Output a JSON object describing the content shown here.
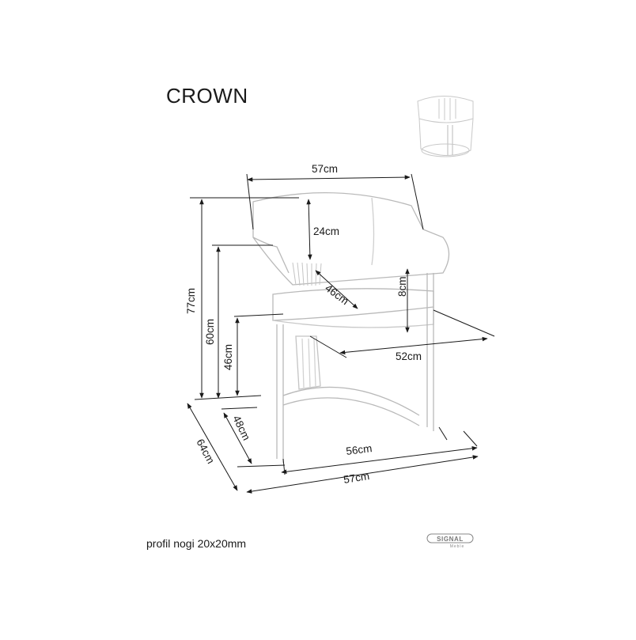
{
  "title": "CROWN",
  "footer": "profil nogi 20x20mm",
  "logo": {
    "name": "SIGNAL",
    "sub": "Meble"
  },
  "dimensions": {
    "width_top": "57cm",
    "backrest_height": "24cm",
    "total_height": "77cm",
    "armrest_height": "60cm",
    "seat_height": "46cm",
    "seat_depth": "46cm",
    "seat_thickness": "8cm",
    "seat_width": "52cm",
    "base_depth": "48cm",
    "total_depth": "64cm",
    "base_width": "56cm",
    "total_width": "57cm"
  }
}
